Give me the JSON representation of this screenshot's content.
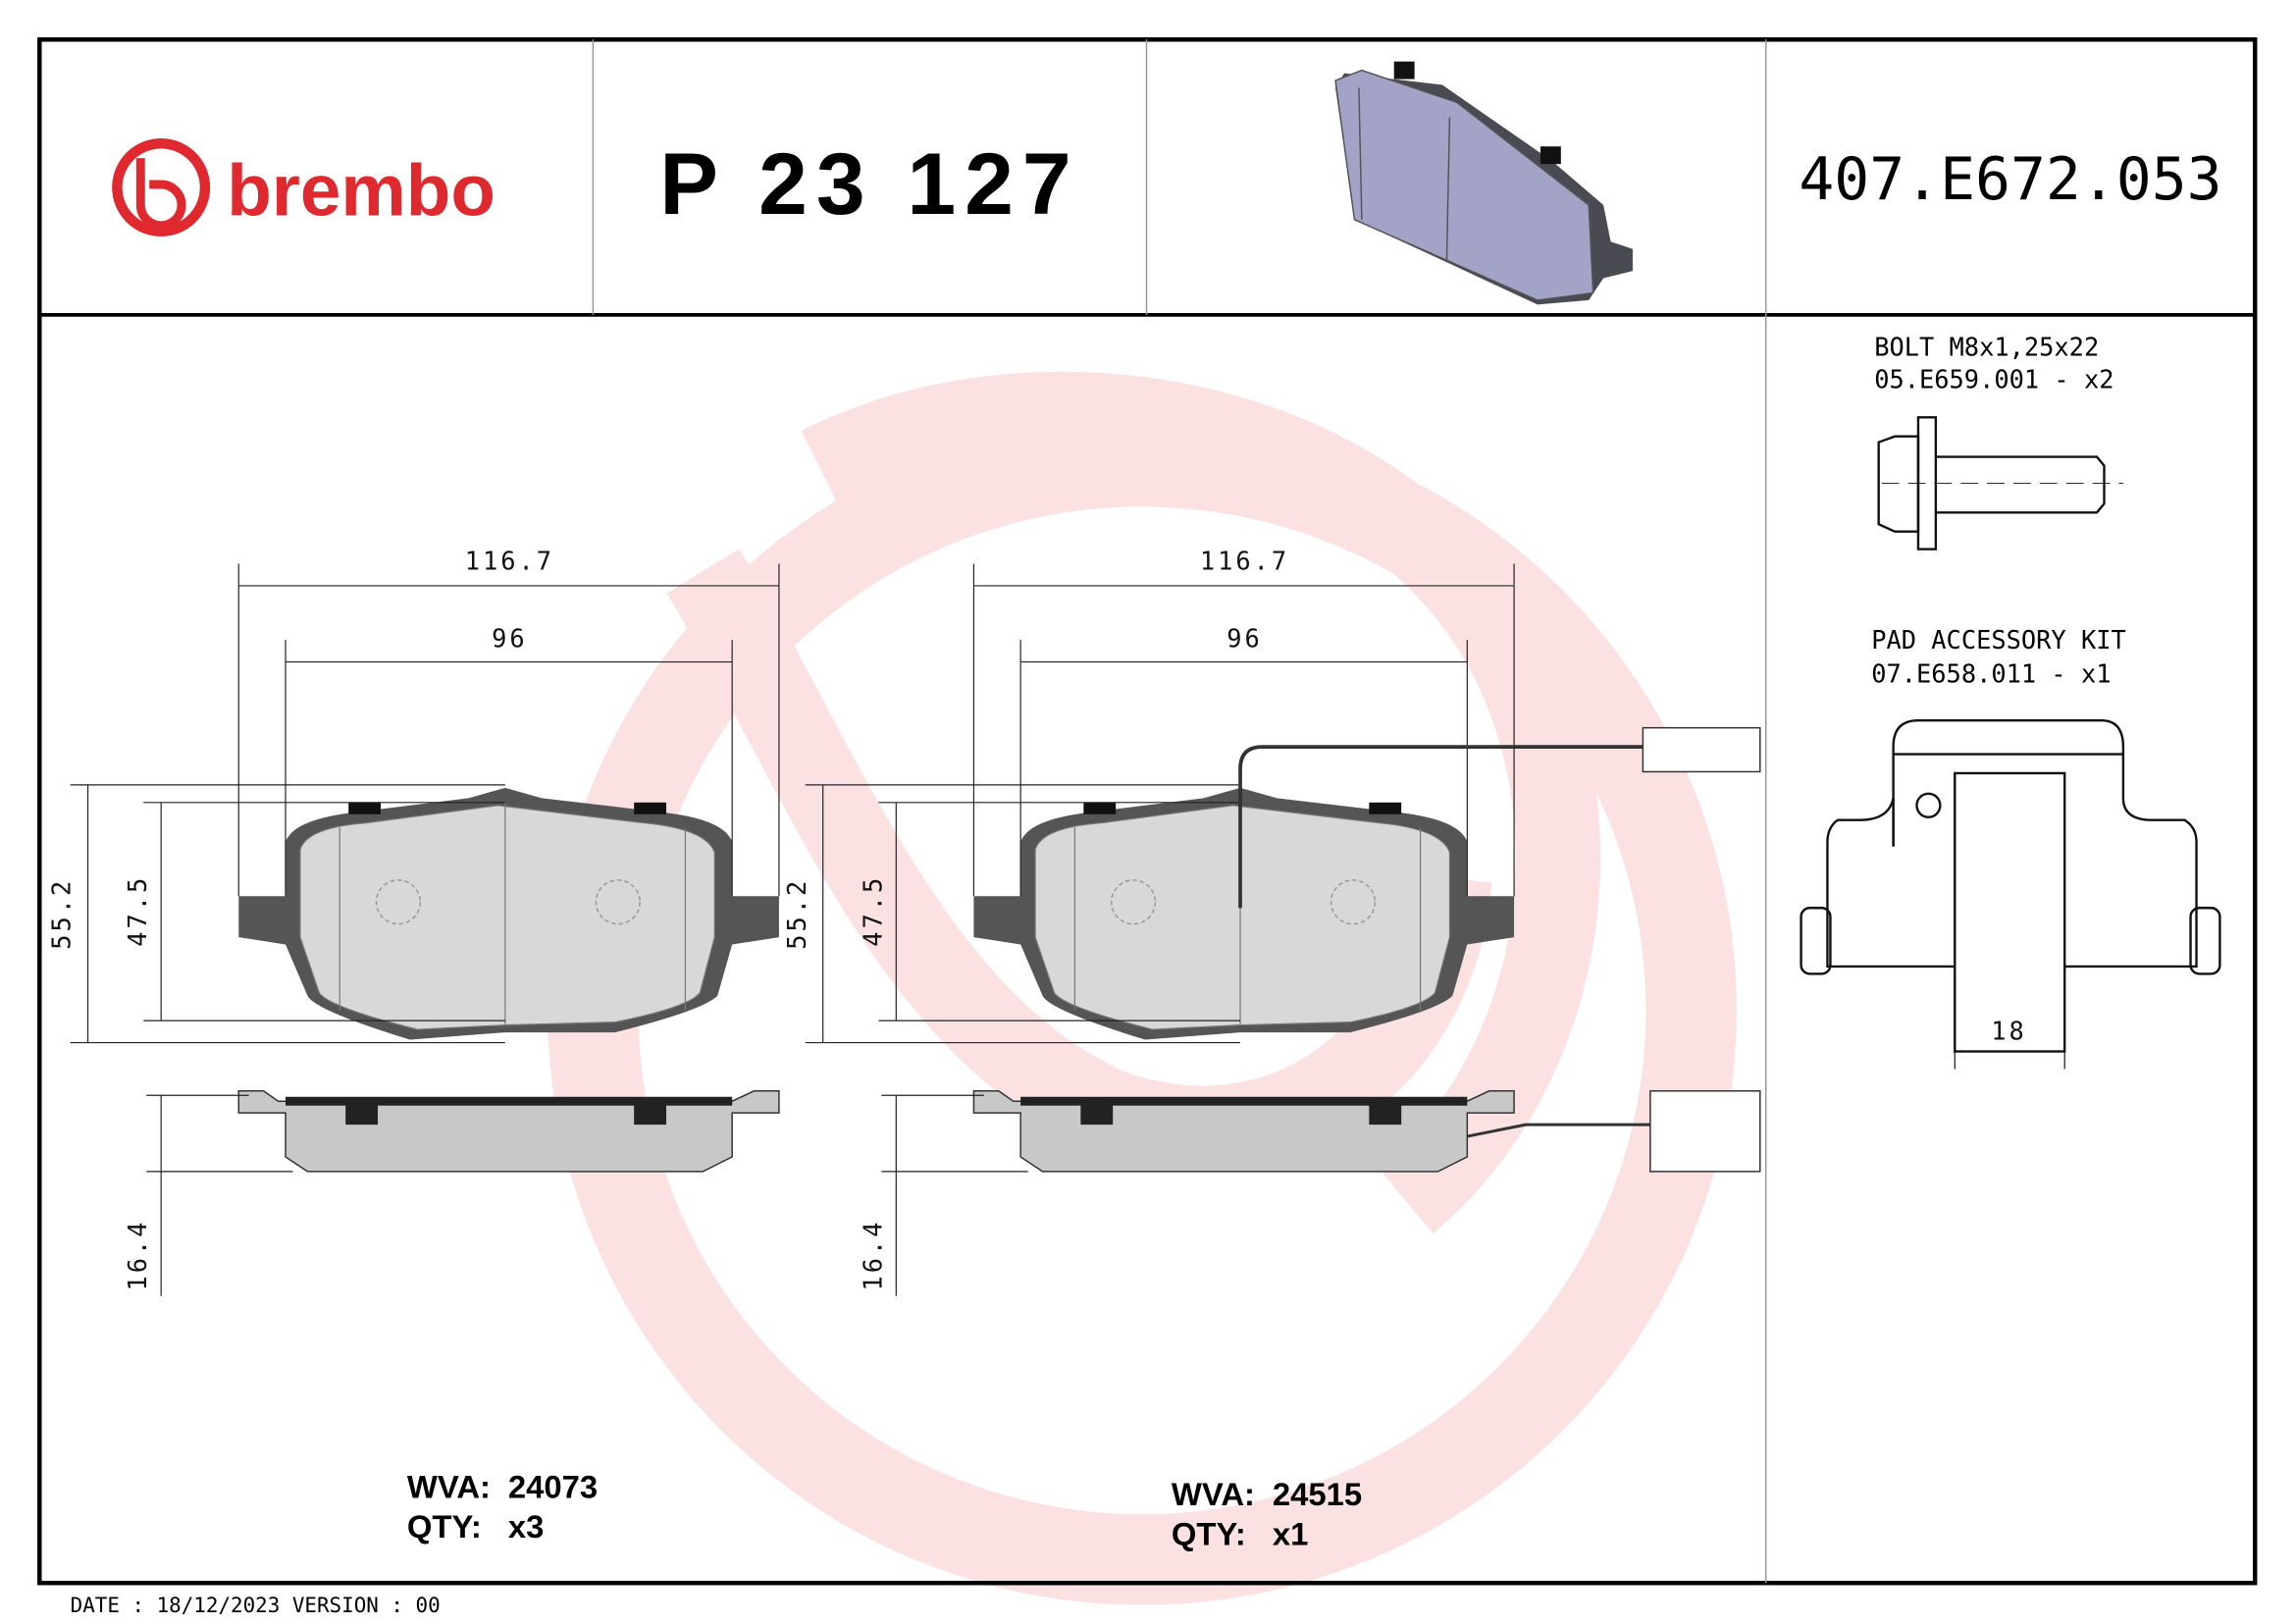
{
  "header": {
    "brand": "brembo",
    "part_number": "P 23 127",
    "reference_code": "407.E672.053"
  },
  "colors": {
    "brand_red": "#e0282f",
    "watermark": "#fbe1e1",
    "pad_3d": "#a3a3c8"
  },
  "drawings": [
    {
      "width_total": "116.7",
      "width_inner": "96",
      "height_total": "55.2",
      "height_inner": "47.5",
      "thickness": "16.4",
      "wva_label": "WVA:",
      "wva": "24073",
      "qty_label": "QTY:",
      "qty": "x3"
    },
    {
      "width_total": "116.7",
      "width_inner": "96",
      "height_total": "55.2",
      "height_inner": "47.5",
      "thickness": "16.4",
      "wva_label": "WVA:",
      "wva": "24515",
      "qty_label": "QTY:",
      "qty": "x1"
    }
  ],
  "accessories": [
    {
      "title": "BOLT M8x1,25x22",
      "code": "05.E659.001 - x2"
    },
    {
      "title": "PAD ACCESSORY KIT",
      "code": "07.E658.011 - x1",
      "dimension": "18"
    }
  ],
  "footer": {
    "date_version": "DATE : 18/12/2023 VERSION : 00"
  }
}
